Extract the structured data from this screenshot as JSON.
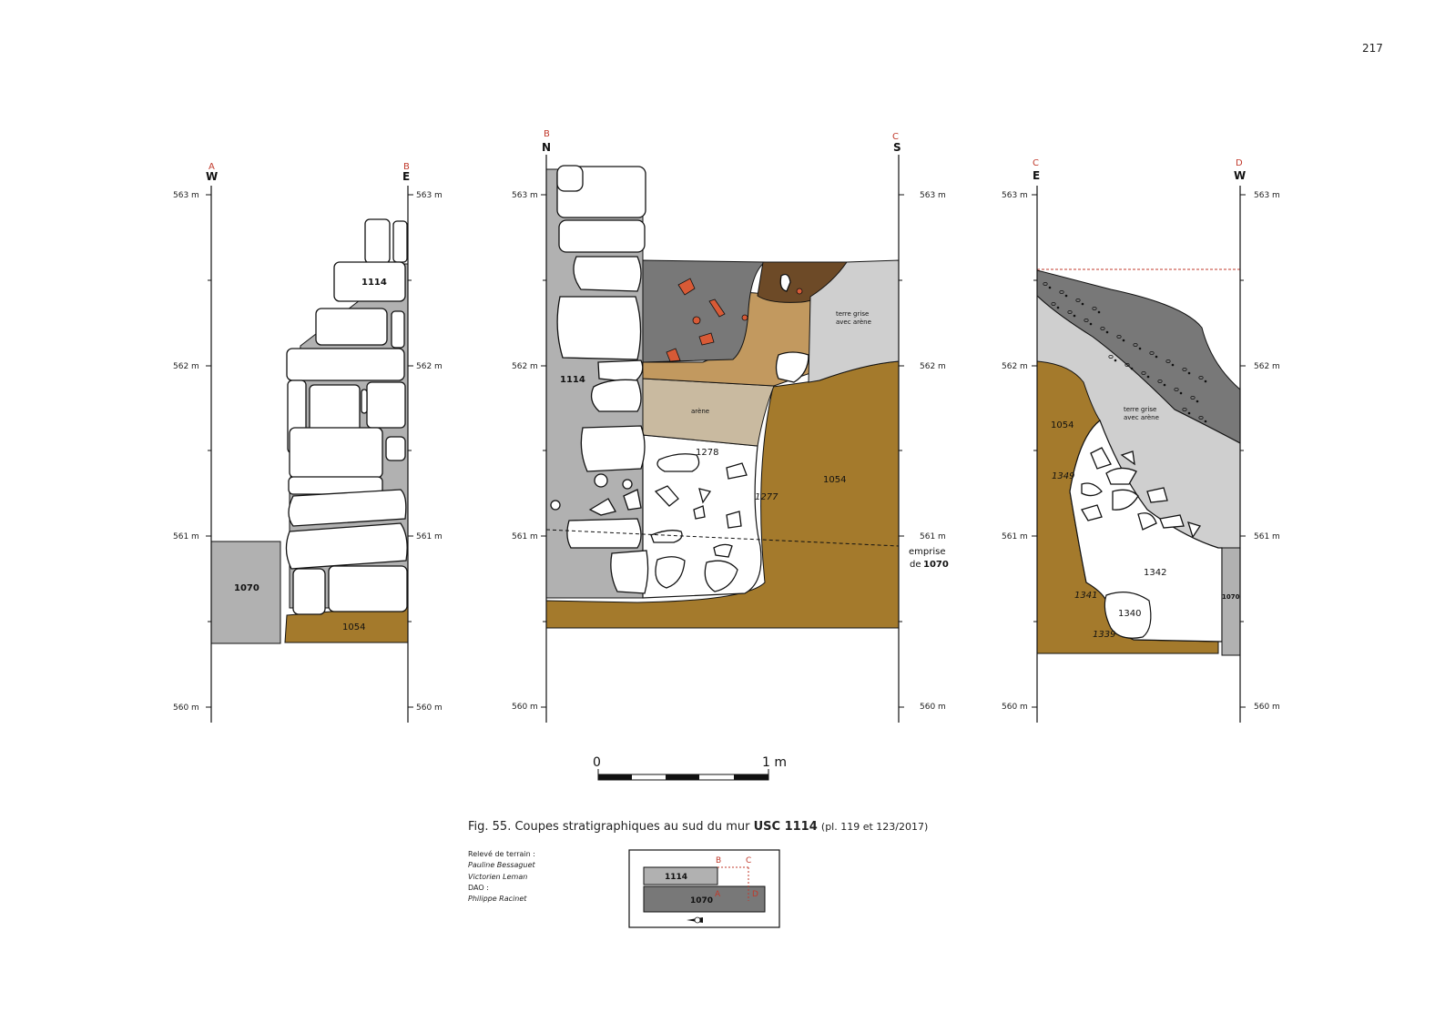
{
  "page": {
    "number": "217"
  },
  "colors": {
    "wall_grey": "#b1b1b1",
    "dark_grey": "#787878",
    "light_grey": "#cfcfcf",
    "sand": "#c2995f",
    "arene": "#c9baa0",
    "ochre": "#a47a2c",
    "brown": "#6d4a27",
    "red_inclusion": "#d85a36",
    "red_letter": "#c0392b"
  },
  "scale": {
    "zero": "0",
    "one": "1 m"
  },
  "sections": [
    {
      "id": "A-B",
      "left": {
        "letter": "A",
        "direction": "W"
      },
      "right": {
        "letter": "B",
        "direction": "E"
      },
      "elevations": [
        "563 m",
        "562 m",
        "561 m",
        "560 m"
      ],
      "units": [
        "1114",
        "1070",
        "1054"
      ]
    },
    {
      "id": "B-C",
      "left": {
        "letter": "B",
        "direction": "N"
      },
      "right": {
        "letter": "C",
        "direction": "S"
      },
      "elevations": [
        "563 m",
        "562 m",
        "561 m",
        "560 m"
      ],
      "units": [
        "1114",
        "arène",
        "1278",
        "1277",
        "1054",
        "terre grise",
        "avec arène"
      ],
      "emprise": {
        "line1": "emprise",
        "line2": "de",
        "unit": "1070"
      }
    },
    {
      "id": "C-D",
      "left": {
        "letter": "C",
        "direction": "E"
      },
      "right": {
        "letter": "D",
        "direction": "W"
      },
      "elevations": [
        "563 m",
        "562 m",
        "561 m",
        "560 m"
      ],
      "units": [
        "1054",
        "1349",
        "terre grise",
        "avec arène",
        "1342",
        "1341",
        "1340",
        "1339",
        "1070"
      ]
    }
  ],
  "caption": {
    "prefix": "Fig. 55. Coupes stratigraphiques au sud du mur",
    "bold": "USC 1114",
    "ref": "(pl. 119 et 123/2017)"
  },
  "credits": {
    "l1": "Relevé de terrain :",
    "l2": "Pauline Bessaguet",
    "l3": "Victorien Leman",
    "l4": "DAO :",
    "l5": "Philippe Racinet"
  },
  "inset": {
    "unit_top": "1114",
    "unit_bottom": "1070",
    "letters": [
      "B",
      "C",
      "A",
      "D"
    ]
  }
}
